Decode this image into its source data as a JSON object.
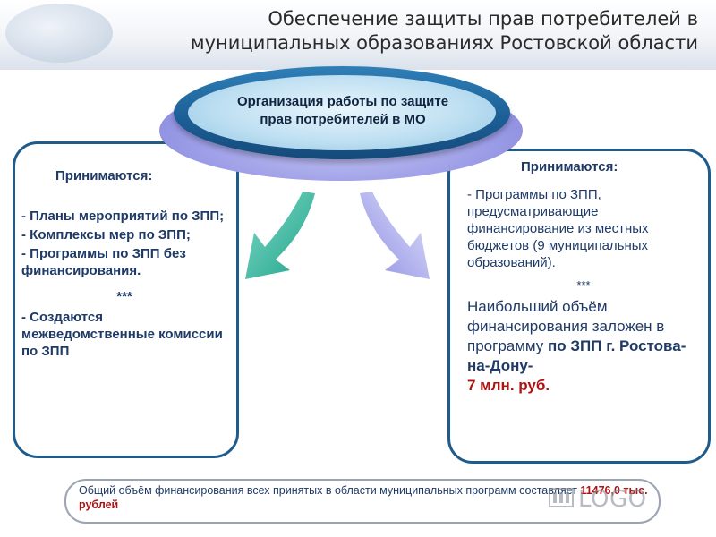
{
  "header": {
    "title_line1": "Обеспечение защиты прав потребителей в",
    "title_line2": "муниципальных образованиях Ростовской области"
  },
  "center": {
    "line1": "Организация работы по защите",
    "line2": "прав потребителей в МО"
  },
  "left": {
    "heading": "Принимаются:",
    "items": [
      "- Планы мероприятий по ЗПП;",
      "- Комплексы мер по ЗПП;",
      "- Программы по ЗПП без финансирования."
    ],
    "separator": "***",
    "extra": "- Создаются межведомственные комиссии по ЗПП"
  },
  "right": {
    "heading": "Принимаются:",
    "programs": "- Программы по ЗПП, предусматривающие финансирование из местных бюджетов (9 муниципальных образований).",
    "separator": "***",
    "big_text": "Наибольший объём финансирования заложен в программу ",
    "strong_text": "по ЗПП г. Ростова-на-Дону-",
    "amount": "7 млн. руб."
  },
  "footer": {
    "text_part1": "Общий объём финансирования всех принятых в области муниципальных программ составляет ",
    "amount": "11476,0  тыс. рублей"
  },
  "logo": {
    "text": "LOGO"
  },
  "colors": {
    "accent_blue": "#1f5c8c",
    "arrow_left": "#2fb39a",
    "arrow_right": "#9a9ae8",
    "amount_red": "#b01212"
  }
}
